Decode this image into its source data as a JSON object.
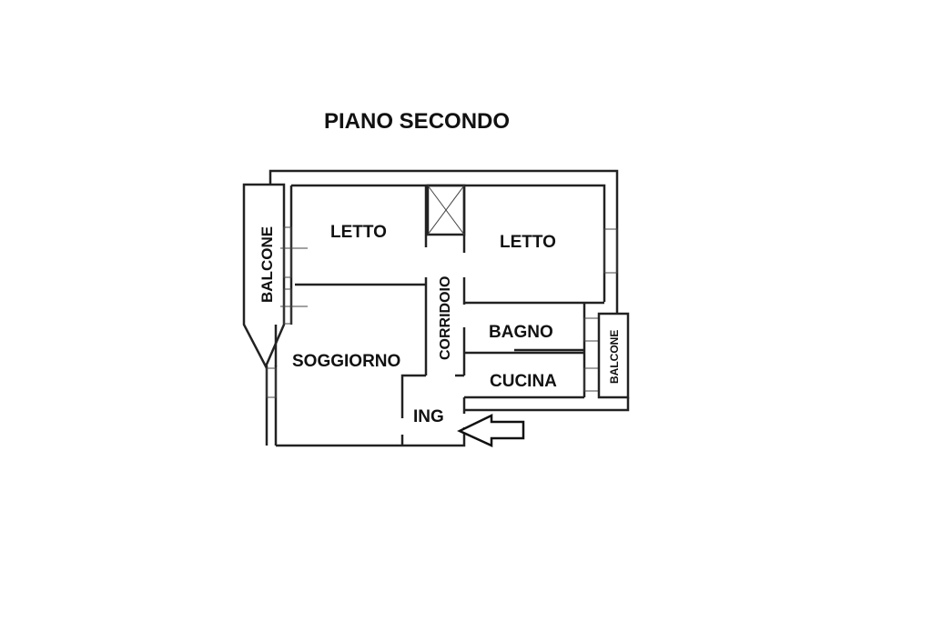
{
  "title": "PIANO SECONDO",
  "rooms": {
    "letto_left": "LETTO",
    "letto_right": "LETTO",
    "balcone_left": "BALCONE",
    "corridoio": "CORRIDOIO",
    "bagno": "BAGNO",
    "soggiorno": "SOGGIORNO",
    "cucina": "CUCINA",
    "balcone_right": "BALCONE",
    "ingresso": "ING"
  }
}
